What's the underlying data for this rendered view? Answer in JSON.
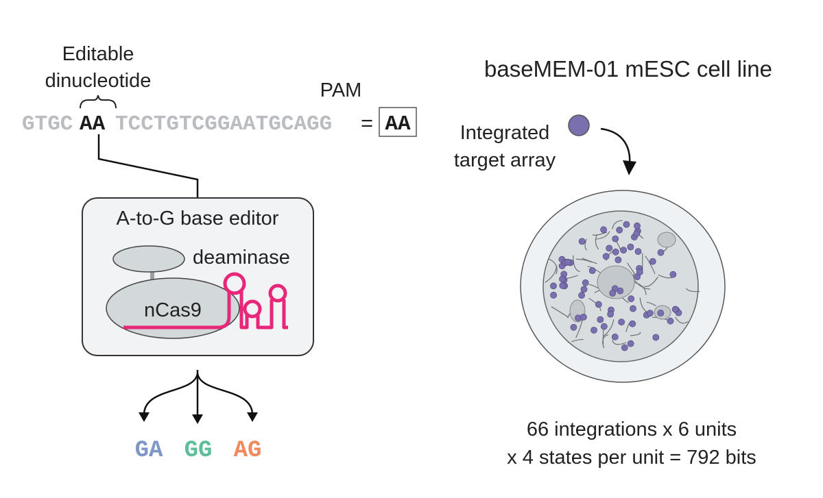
{
  "left": {
    "editable_label_line1": "Editable",
    "editable_label_line2": "dinucleotide",
    "pam_label": "PAM",
    "sequence": {
      "prefix": "GTGC",
      "editable": "AA",
      "rest": "TCCTGTCGGAATGCAGG",
      "equals": "=",
      "pam_box": "AA"
    },
    "editor": {
      "title": "A-to-G base editor",
      "deaminase": "deaminase",
      "ncas9": "nCas9"
    },
    "outcomes": [
      {
        "label": "GA",
        "color": "#7f97c6"
      },
      {
        "label": "GG",
        "color": "#5dbf9a"
      },
      {
        "label": "AG",
        "color": "#f08a5d"
      }
    ]
  },
  "right": {
    "title": "baseMEM-01 mESC cell line",
    "integrated_line1": "Integrated",
    "integrated_line2": "target array",
    "footer_line1": "66 integrations x 6 units",
    "footer_line2": "x 4 states per unit = 792 bits"
  },
  "colors": {
    "sequence_gray": "#b9bcc0",
    "pink": "#e8267a",
    "purple": "#7a70b0",
    "box_fill": "#f1f3f5",
    "protein_fill": "#d3d8db"
  }
}
